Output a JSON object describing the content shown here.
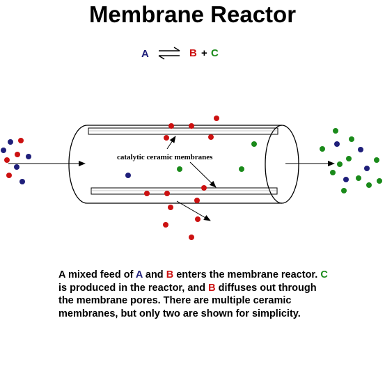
{
  "title": "Membrane Reactor",
  "equation": {
    "reactant": "A",
    "product1": "B",
    "plus": "+",
    "product2": "C"
  },
  "membrane_label": "catalytic ceramic membranes",
  "caption": {
    "p1": "A mixed feed of ",
    "a": "A",
    "p2": " and ",
    "b1": "B",
    "p3": " enters the membrane reactor.  ",
    "c": "C",
    "p4": " is produced in the reactor, and ",
    "b2": "B",
    "p5": " diffuses out through the membrane pores.  There are multiple ceramic membranes, but only two are shown for simplicity."
  },
  "colors": {
    "A": "#1f1f7a",
    "B": "#cc1111",
    "C": "#1a8a1a"
  }
}
